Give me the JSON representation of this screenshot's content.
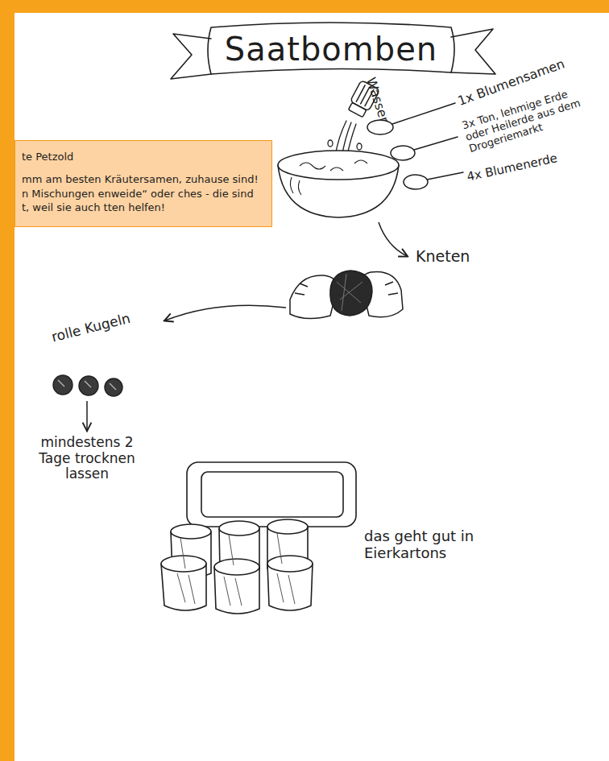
{
  "diagram": {
    "title": "Saatbomben",
    "nodes": [
      {
        "text": [
          "te Petzold",
          "mm am besten Kräutersamen, zuhause sind! n Mischungen enweide“ oder ches - die sind t, weil sie auch tten helfen!"
        ]
      }
    ],
    "labels": [
      "Wasser",
      "1x Blumensamen",
      "3x Ton, lehmige Erde oder Heilerde aus dem Drogeriemarkt",
      "4x Blumenerde",
      "Kneten",
      "rolle Kugeln",
      "mindestens 2 Tage trocknen lassen",
      "das geht gut in Eierkartons"
    ]
  }
}
